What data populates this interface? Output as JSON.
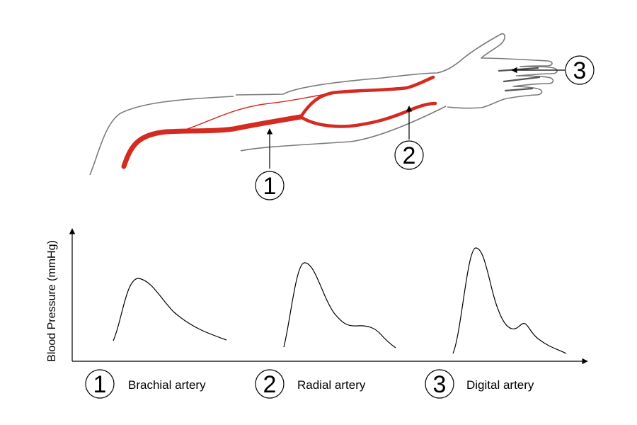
{
  "colors": {
    "artery": "#d42a20",
    "outline": "#7a7a7a",
    "ink": "#000000",
    "background": "#ffffff"
  },
  "arm_labels": [
    {
      "number": "1"
    },
    {
      "number": "2"
    },
    {
      "number": "3"
    }
  ],
  "chart": {
    "ylabel": "Blood Pressure (mmHg)"
  },
  "waveforms": [
    {
      "number": "1",
      "caption": "Brachial artery"
    },
    {
      "number": "2",
      "caption": "Radial artery"
    },
    {
      "number": "3",
      "caption": "Digital artery"
    }
  ]
}
